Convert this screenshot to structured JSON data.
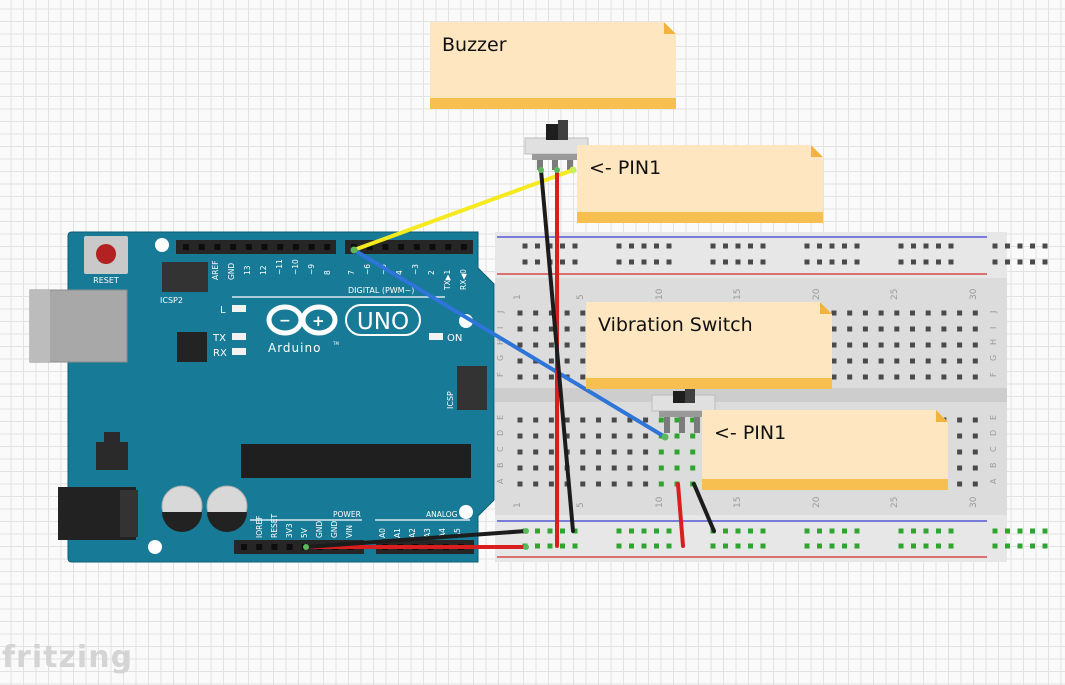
{
  "notes": {
    "buzzer": "Buzzer",
    "pin1_top": "<- PIN1",
    "vibration": "Vibration Switch",
    "pin1_bottom": "<- PIN1"
  },
  "arduino": {
    "reset": "RESET",
    "icsp2": "ICSP2",
    "icsp": "ICSP",
    "aref": "AREF",
    "gnd": "GND",
    "digital_pins": [
      "13",
      "12",
      "~11",
      "~10",
      "~9",
      "8",
      "7",
      "~6",
      "~5",
      "4",
      "~3",
      "2",
      "TX▶1",
      "RX◀0"
    ],
    "digital_label": "DIGITAL (PWM~)",
    "l": "L",
    "tx": "TX",
    "rx": "RX",
    "on": "ON",
    "logo": "UNO",
    "brand": "Arduino",
    "tm": "TM",
    "power_label": "POWER",
    "analog_label": "ANALOG IN",
    "power_pins": [
      "IOREF",
      "RESET",
      "3V3",
      "5V",
      "GND",
      "GND",
      "VIN"
    ],
    "analog_pins": [
      "A0",
      "A1",
      "A2",
      "A3",
      "A4",
      "A5"
    ]
  },
  "breadboard": {
    "col_numbers": [
      "1",
      "5",
      "10",
      "15",
      "20",
      "25",
      "30"
    ],
    "rows_top": [
      "J",
      "I",
      "H",
      "G",
      "F"
    ],
    "rows_bottom": [
      "E",
      "D",
      "C",
      "B",
      "A"
    ]
  },
  "wire_colors": {
    "yellow": "#f5ea1f",
    "red": "#d81e1e",
    "black": "#1c1c1c",
    "blue": "#2f74d8"
  },
  "watermark": "fritzing"
}
